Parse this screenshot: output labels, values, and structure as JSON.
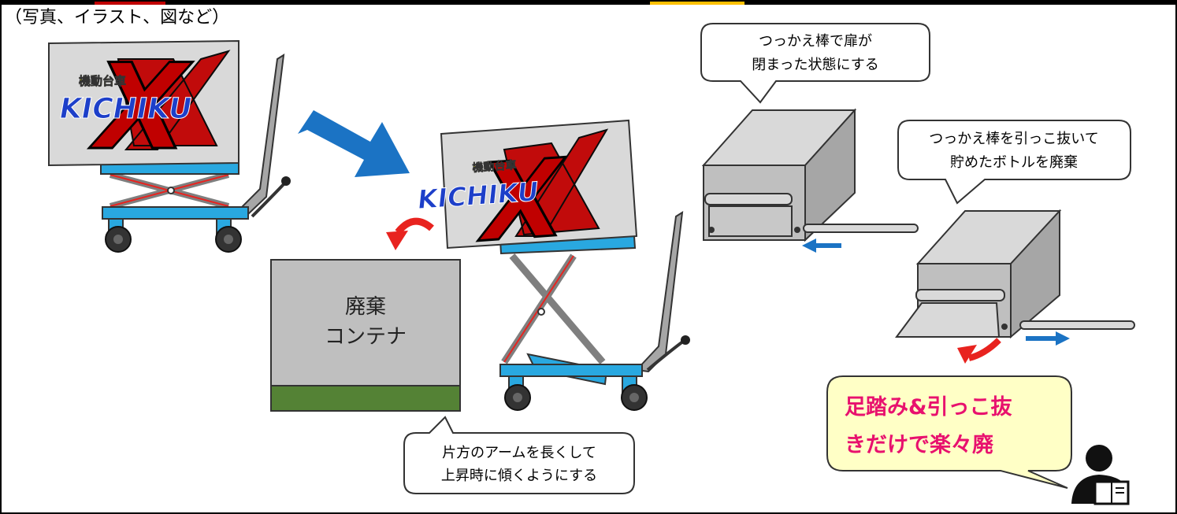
{
  "header": {
    "caption": "（写真、イラスト、図など）"
  },
  "logo": {
    "kanji": "機動台車",
    "word": "KICHIKU",
    "letter": "X"
  },
  "container": {
    "line1": "廃棄",
    "line2": "コンテナ"
  },
  "bubbles": {
    "arm_note": {
      "line1": "片方のアームを長くして",
      "line2": "上昇時に傾くようにする"
    },
    "stick_closed": {
      "line1": "つっかえ棒で扉が",
      "line2": "閉まった状態にする"
    },
    "stick_pulled": {
      "line1": "つっかえ棒を引っこ抜いて",
      "line2": "貯めたボトルを廃棄"
    },
    "callout": {
      "line1": "足踏み&引っこ抜",
      "line2": "きだけで楽々廃"
    }
  },
  "colors": {
    "accent_blue": "#1b73c4",
    "cart_blue": "#29a8e0",
    "red_arrow": "#e8231f",
    "callout_text": "#e8116e",
    "callout_bg": "#ffffc6",
    "grass": "#548235",
    "container_gray": "#bfbfbf"
  },
  "icons": [
    "big-arrow-icon",
    "curved-red-arrow-icon",
    "small-blue-arrow-icon",
    "person-reading-icon"
  ]
}
